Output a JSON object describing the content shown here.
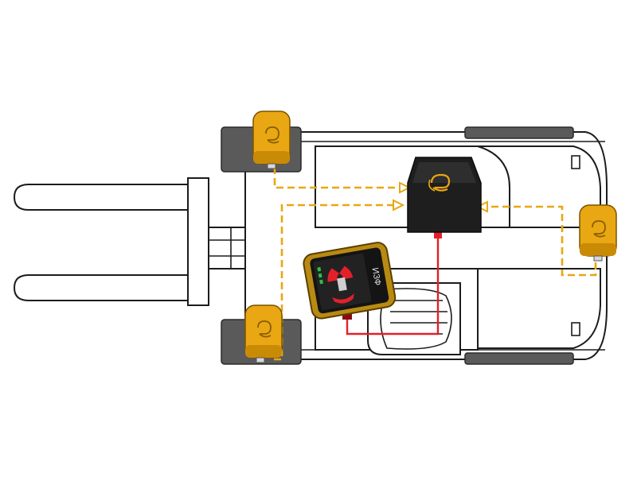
{
  "colors": {
    "sensor_cable": "#e8a713",
    "power_cable": "#e3202a",
    "sensor_housing": "#e8a713",
    "control_box": "#1e1e1e",
    "display_frame": "#b98a12",
    "tire": "#5a5a5a"
  },
  "icons": {
    "brand_logo": "swirl-logo",
    "sensor_logo": "swirl-logo"
  },
  "display": {
    "screen_text": "ИЗФ",
    "zones": [
      "red",
      "red",
      "green"
    ]
  }
}
